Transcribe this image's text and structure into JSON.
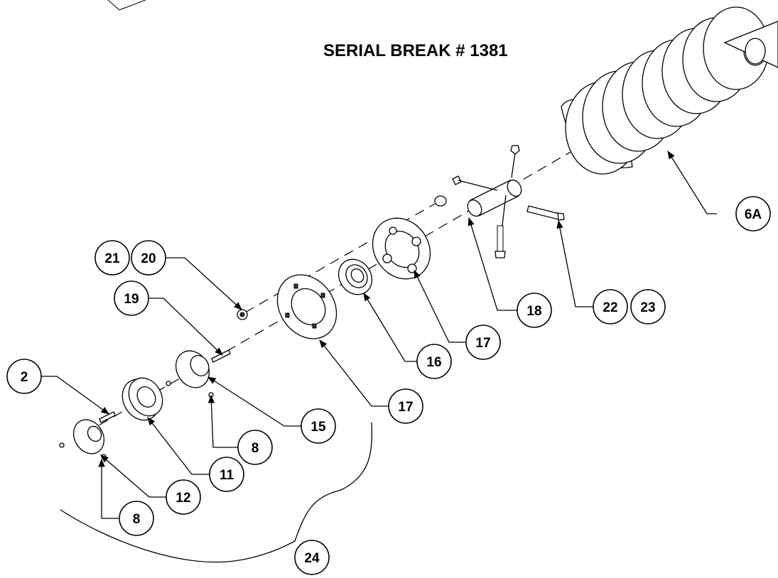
{
  "title": "SERIAL BREAK # 1381",
  "callouts": {
    "c6a": "6A",
    "c18": "18",
    "c22": "22",
    "c23": "23",
    "c17a": "17",
    "c17b": "17",
    "c16": "16",
    "c21": "21",
    "c20": "20",
    "c19": "19",
    "c15": "15",
    "c8a": "8",
    "c8b": "8",
    "c2": "2",
    "c11": "11",
    "c12": "12",
    "c24": "24"
  }
}
